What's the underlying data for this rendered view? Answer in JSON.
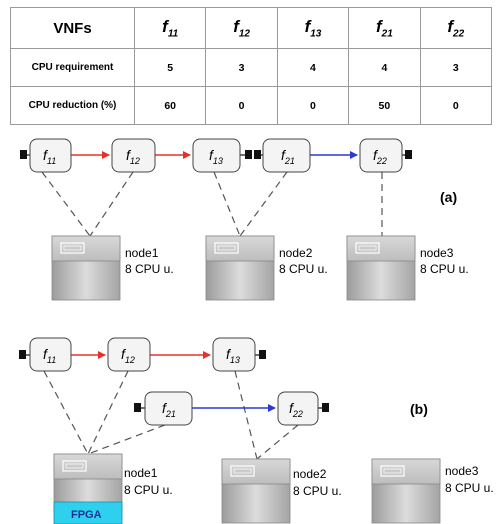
{
  "table": {
    "header": {
      "label": "VNFs",
      "functions": [
        {
          "base": "f",
          "sub": "11"
        },
        {
          "base": "f",
          "sub": "12"
        },
        {
          "base": "f",
          "sub": "13"
        },
        {
          "base": "f",
          "sub": "21"
        },
        {
          "base": "f",
          "sub": "22"
        }
      ]
    },
    "rows": [
      {
        "label": "CPU requirement",
        "values": [
          "5",
          "3",
          "4",
          "4",
          "3"
        ]
      },
      {
        "label": "CPU reduction (%)",
        "values": [
          "60",
          "0",
          "0",
          "50",
          "0"
        ]
      }
    ]
  },
  "colors": {
    "chain1_arrow": "#e8302a",
    "chain2_arrow": "#2a39d8",
    "fpga_bg": "#2fd0ee",
    "fpga_text": "#1a2e9a",
    "vnf_box_fill": "#f4f4f4",
    "dash_line": "#555555"
  },
  "scenario_a": {
    "label": "(a)",
    "vnfs": {
      "f11": {
        "base": "f",
        "sub": "11"
      },
      "f12": {
        "base": "f",
        "sub": "12"
      },
      "f13": {
        "base": "f",
        "sub": "13"
      },
      "f21": {
        "base": "f",
        "sub": "21"
      },
      "f22": {
        "base": "f",
        "sub": "22"
      }
    },
    "nodes": [
      {
        "name": "node1",
        "cpu": "8 CPU u."
      },
      {
        "name": "node2",
        "cpu": "8 CPU u."
      },
      {
        "name": "node3",
        "cpu": "8 CPU u."
      }
    ]
  },
  "scenario_b": {
    "label": "(b)",
    "vnfs": {
      "f11": {
        "base": "f",
        "sub": "11"
      },
      "f12": {
        "base": "f",
        "sub": "12"
      },
      "f13": {
        "base": "f",
        "sub": "13"
      },
      "f21": {
        "base": "f",
        "sub": "21"
      },
      "f22": {
        "base": "f",
        "sub": "22"
      }
    },
    "nodes": [
      {
        "name": "node1",
        "cpu": "8 CPU u.",
        "accelerator": "FPGA"
      },
      {
        "name": "node2",
        "cpu": "8 CPU u."
      },
      {
        "name": "node3",
        "cpu": "8 CPU u."
      }
    ]
  }
}
